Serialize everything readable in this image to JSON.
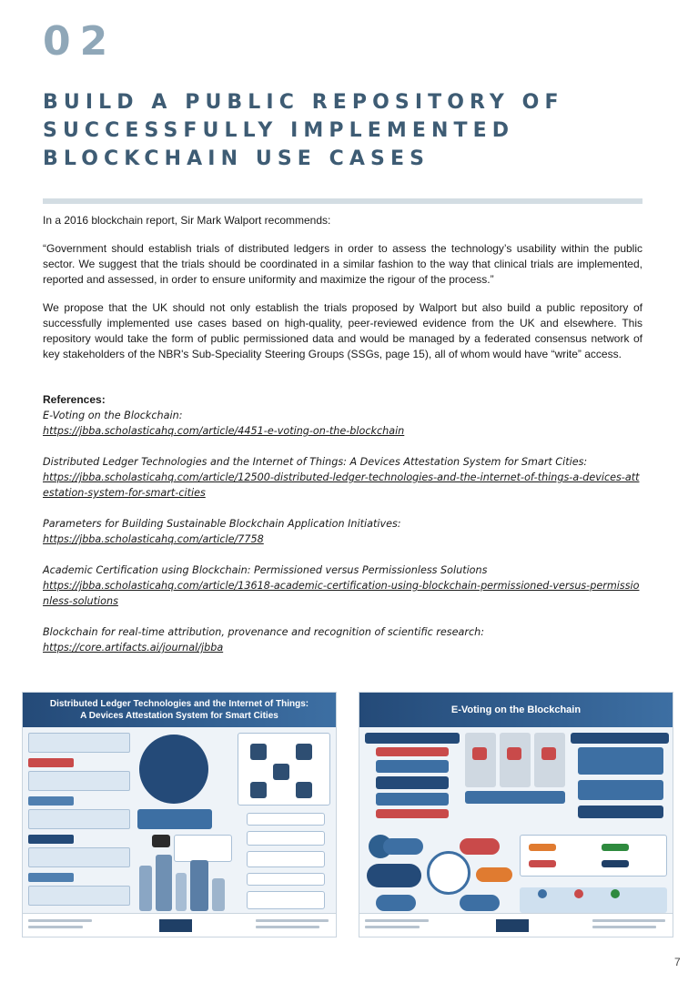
{
  "section": {
    "number": "02"
  },
  "title_lines": [
    "BUILD A PUBLIC REPOSITORY OF",
    "SUCCESSFULLY IMPLEMENTED",
    "BLOCKCHAIN USE CASES"
  ],
  "paragraphs": [
    "In a 2016 blockchain report, Sir Mark Walport recommends:",
    "“Government should establish trials of distributed ledgers in order to assess the technology’s usability within the public sector. We suggest that the trials should be coordinated in a similar fashion to the way that clinical trials are implemented, reported and assessed, in order to ensure uniformity and maximize the rigour of the process.”",
    "We propose that the UK should not only establish the trials proposed by Walport but also build a public repository of successfully implemented use cases based on high-quality, peer-reviewed evidence from the UK and elsewhere. This repository would take the form of public permissioned data and would be managed by a federated consensus network of key stakeholders of the NBR's Sub-Speciality Steering Groups (SSGs, page 15), all of whom would have “write” access."
  ],
  "references": {
    "heading": "References:",
    "items": [
      {
        "title": "E-Voting on the Blockchain:",
        "url": "https://jbba.scholasticahq.com/article/4451-e-voting-on-the-blockchain"
      },
      {
        "title": "Distributed Ledger Technologies and the Internet of Things: A Devices Attestation System for Smart Cities:",
        "url": "https://jbba.scholasticahq.com/article/12500-distributed-ledger-technologies-and-the-internet-of-things-a-devices-attestation-system-for-smart-cities"
      },
      {
        "title": "Parameters for Building Sustainable Blockchain Application Initiatives:",
        "url": "https://jbba.scholasticahq.com/article/7758"
      },
      {
        "title": "Academic Certification using Blockchain: Permissioned versus Permissionless Solutions",
        "url": "https://jbba.scholasticahq.com/article/13618-academic-certification-using-blockchain-permissioned-versus-permissionless-solutions"
      },
      {
        "title": "Blockchain for real-time attribution, provenance and recognition of scientific research:",
        "url": "https://core.artifacts.ai/journal/jbba"
      }
    ]
  },
  "posters": [
    {
      "title_line1": "Distributed Ledger Technologies and the Internet of Things:",
      "title_line2": "A Devices Attestation System for Smart Cities"
    },
    {
      "title": "E-Voting on the Blockchain"
    }
  ],
  "page_number": "7",
  "colors": {
    "accent": "#3e5c74",
    "number": "#8fa7b8",
    "rule": "#d3dde3",
    "poster_header": "#244a78"
  }
}
